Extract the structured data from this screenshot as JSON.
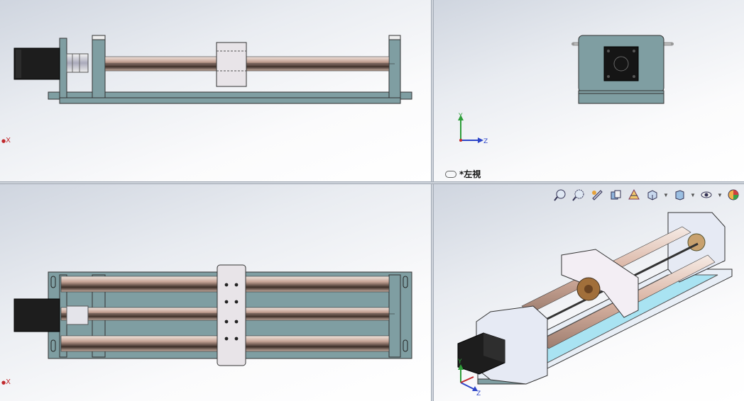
{
  "viewports": {
    "front": {
      "axis_label": "X"
    },
    "left": {
      "view_name": "*左視",
      "axis_y": "Y",
      "axis_z": "Z"
    },
    "top": {
      "axis_label": "X"
    },
    "iso": {
      "axis_y": "Y",
      "axis_z": "Z"
    }
  },
  "toolbar": {
    "items": [
      {
        "icon": "zoom-to-fit-icon"
      },
      {
        "icon": "zoom-to-area-icon"
      },
      {
        "icon": "previous-view-icon"
      },
      {
        "icon": "section-view-icon"
      },
      {
        "icon": "dynamic-annotation-icon"
      },
      {
        "icon": "view-orientation-icon"
      },
      {
        "icon": "display-style-icon"
      },
      {
        "icon": "hide-show-items-icon"
      },
      {
        "icon": "edit-appearance-icon"
      }
    ]
  },
  "colors": {
    "frame": "#7f9ea2",
    "rod": "#c9a89a",
    "motor": "#1d1d1d",
    "carriage": "#e8e4e8",
    "axis_red": "#c0282c",
    "axis_green": "#2e9e3a",
    "axis_blue": "#2c44c8"
  }
}
